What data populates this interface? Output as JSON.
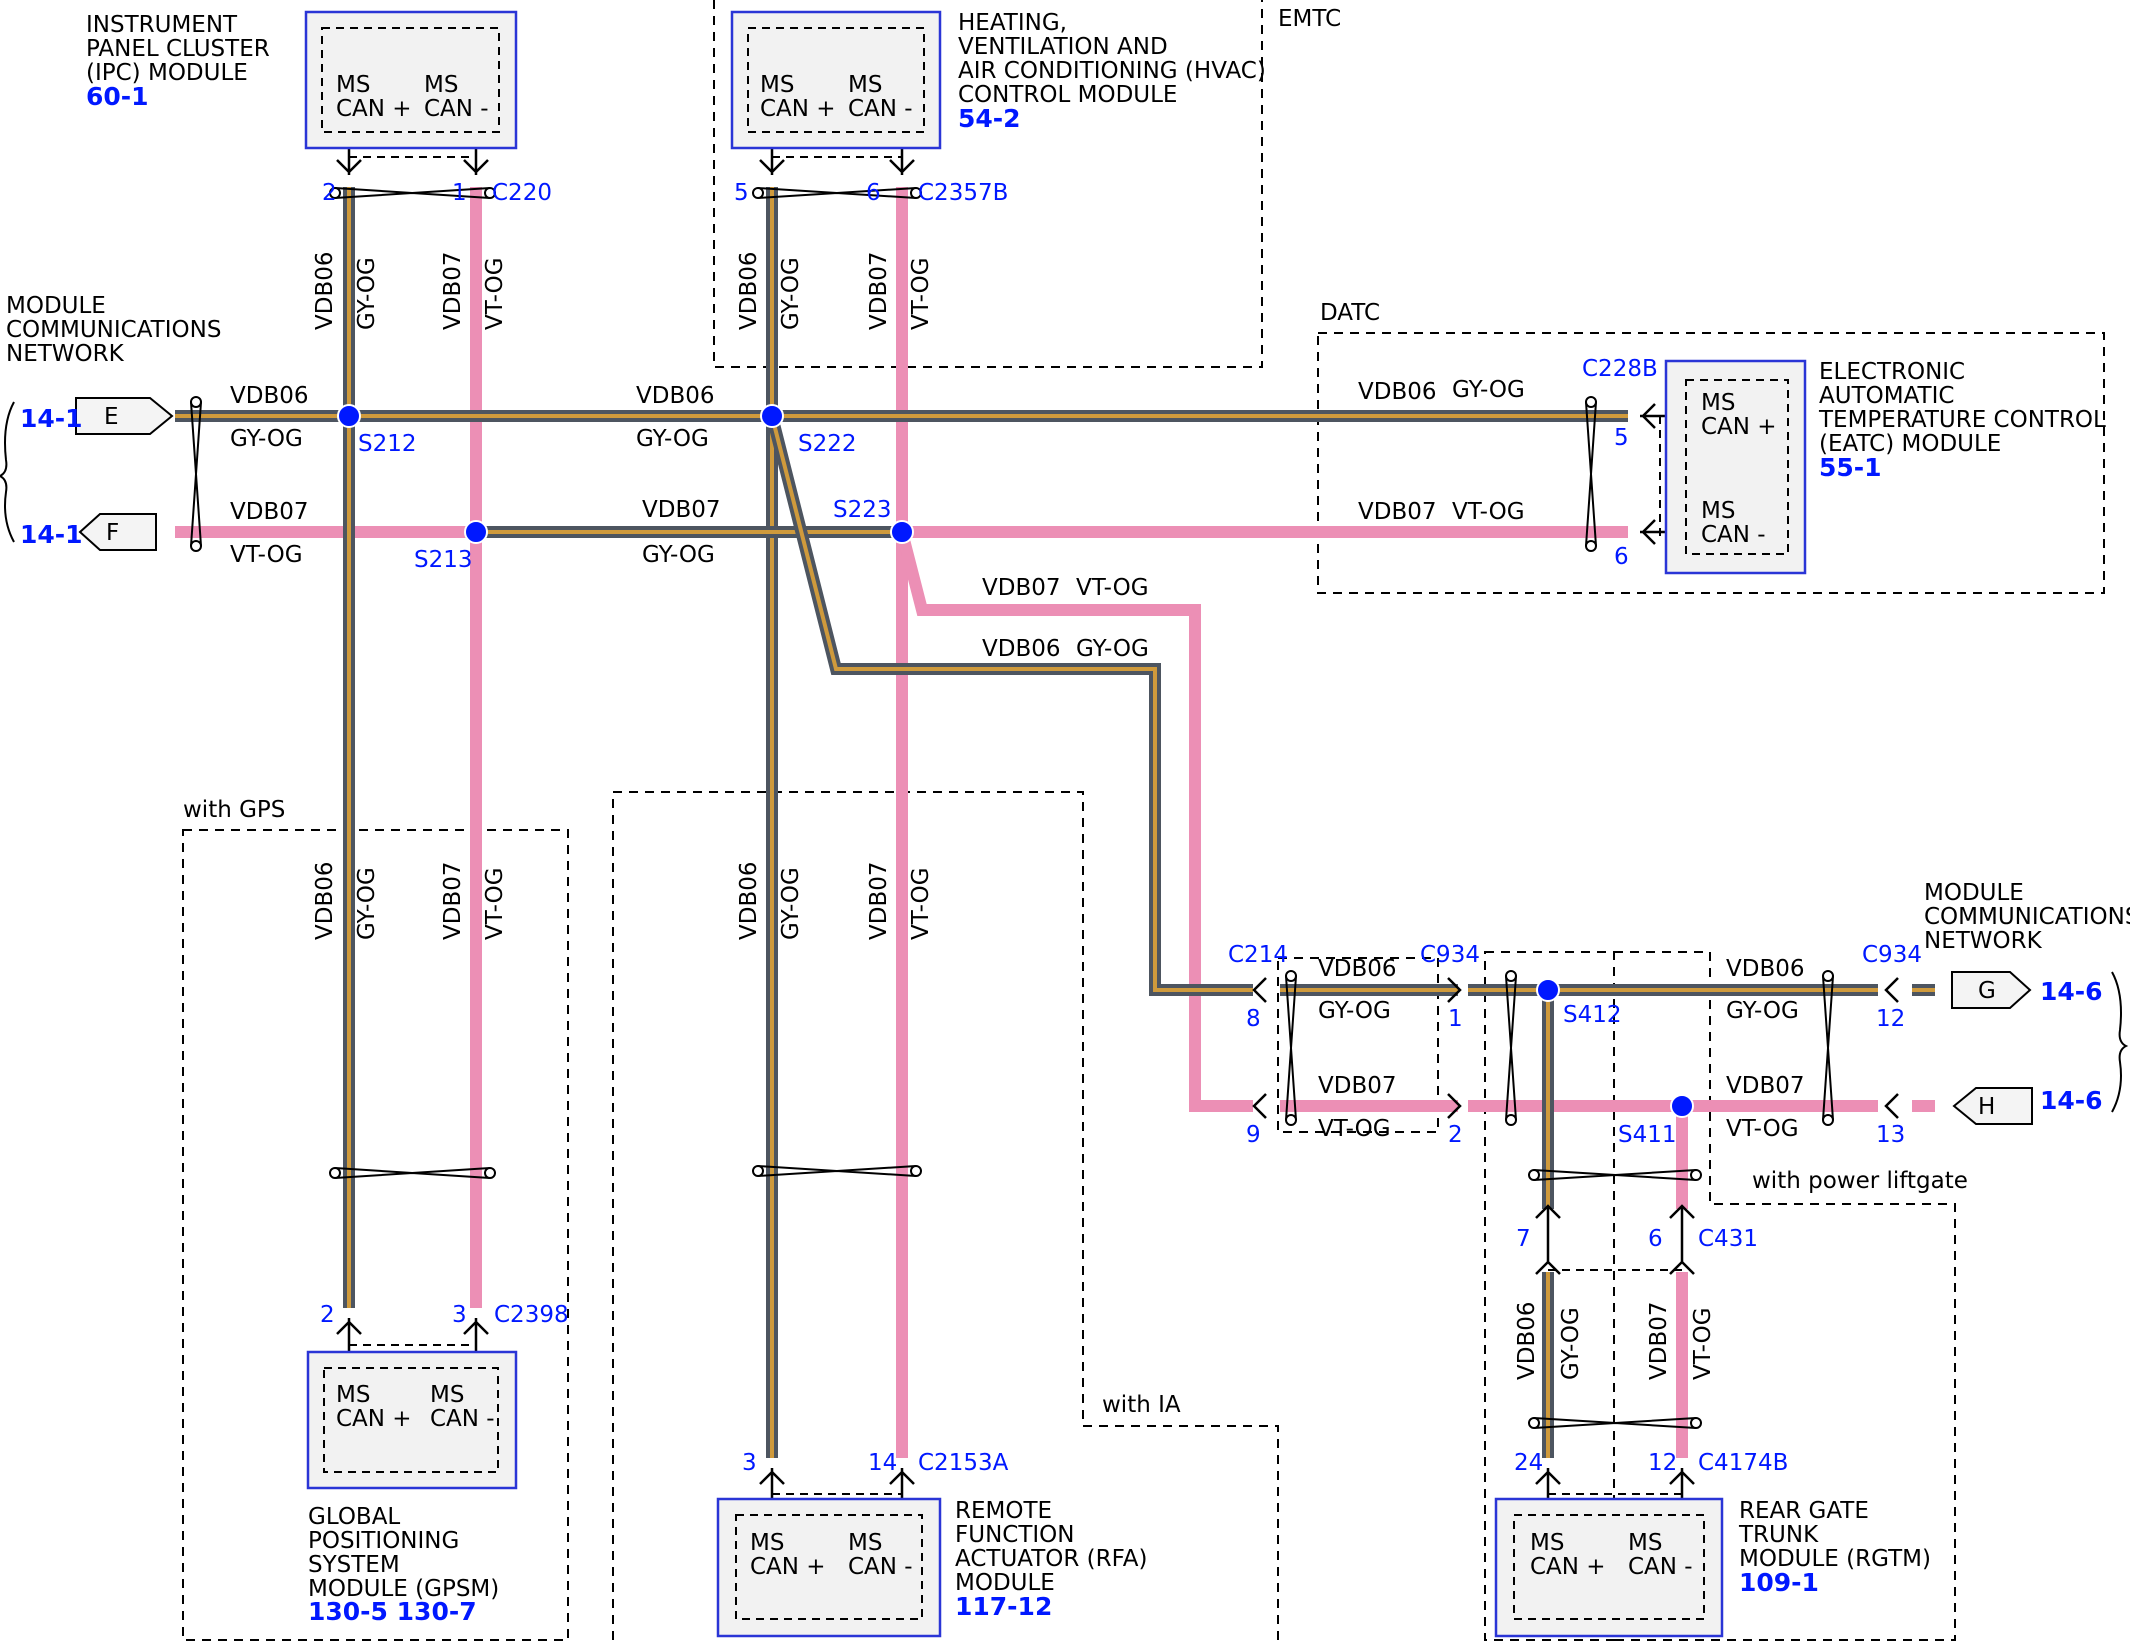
{
  "modules": {
    "ipc": {
      "name_lines": [
        "INSTRUMENT",
        "PANEL CLUSTER",
        "(IPC) MODULE"
      ],
      "ref": "60-1",
      "pin_pos": [
        "MS",
        "CAN +"
      ],
      "pin_neg": [
        "MS",
        "CAN -"
      ]
    },
    "hvac": {
      "name_lines": [
        "HEATING,",
        "VENTILATION AND",
        "AIR CONDITIONING (HVAC)",
        "CONTROL MODULE"
      ],
      "ref": "54-2",
      "pin_pos": [
        "MS",
        "CAN +"
      ],
      "pin_neg": [
        "MS",
        "CAN -"
      ]
    },
    "eatc": {
      "name_lines": [
        "ELECTRONIC",
        "AUTOMATIC",
        "TEMPERATURE CONTROL",
        "(EATC) MODULE"
      ],
      "ref": "55-1",
      "pin_pos": [
        "MS",
        "CAN +"
      ],
      "pin_neg": [
        "MS",
        "CAN -"
      ]
    },
    "gpsm": {
      "name_lines": [
        "GLOBAL",
        "POSITIONING",
        "SYSTEM",
        "MODULE (GPSM)"
      ],
      "ref": "130-5 130-7",
      "pin_pos": [
        "MS",
        "CAN +"
      ],
      "pin_neg": [
        "MS",
        "CAN -"
      ]
    },
    "rfa": {
      "name_lines": [
        "REMOTE",
        "FUNCTION",
        "ACTUATOR (RFA)",
        "MODULE"
      ],
      "ref": "117-12",
      "pin_pos": [
        "MS",
        "CAN +"
      ],
      "pin_neg": [
        "MS",
        "CAN -"
      ]
    },
    "rgtm": {
      "name_lines": [
        "REAR GATE",
        "TRUNK",
        "MODULE (RGTM)"
      ],
      "ref": "109-1",
      "pin_pos": [
        "MS",
        "CAN +"
      ],
      "pin_neg": [
        "MS",
        "CAN -"
      ]
    }
  },
  "zones": {
    "emtc": "EMTC",
    "datc": "DATC",
    "gps": "with GPS",
    "ia": "with IA",
    "liftgate": "with power liftgate"
  },
  "network_left": {
    "lines": [
      "MODULE",
      "COMMUNICATIONS",
      "NETWORK"
    ],
    "ref_e": "14-1",
    "ref_f": "14-1",
    "flag_e": "E",
    "flag_f": "F"
  },
  "network_right": {
    "lines": [
      "MODULE",
      "COMMUNICATIONS",
      "NETWORK"
    ],
    "ref_g": "14-6",
    "ref_h": "14-6",
    "flag_g": "G",
    "flag_h": "H"
  },
  "connectors": {
    "c220": "C220",
    "c2357b": "C2357B",
    "c228b": "C228B",
    "c2398": "C2398",
    "c2153a": "C2153A",
    "c214": "C214",
    "c934_left": "C934",
    "c934_right": "C934",
    "c431": "C431",
    "c4174b": "C4174B"
  },
  "pins": {
    "ipc_pos": "2",
    "ipc_neg": "1",
    "hvac_pos": "5",
    "hvac_neg": "6",
    "eatc_pos": "5",
    "eatc_neg": "6",
    "gpsm_pos": "2",
    "gpsm_neg": "3",
    "rfa_pos": "3",
    "rfa_neg": "14",
    "c214_pos": "8",
    "c214_neg": "9",
    "c934_pos": "1",
    "c934_neg": "2",
    "c934r_pos": "12",
    "c934r_neg": "13",
    "c431_pos": "7",
    "c431_neg": "6",
    "c4174b_pos": "24",
    "c4174b_neg": "12"
  },
  "splices": {
    "s212": "S212",
    "s213": "S213",
    "s222": "S222",
    "s223": "S223",
    "s411": "S411",
    "s412": "S412"
  },
  "wires": {
    "circuit_pos": "VDB06",
    "color_pos": "GY-OG",
    "circuit_neg": "VDB07",
    "color_neg": "VT-OG"
  },
  "colors": {
    "gy_og_base": "#4d5560",
    "gy_og_stripe": "#cf9a3c",
    "vt_og": "#ec8fb5",
    "label_blue": "#0018ff",
    "module_border": "#2a35d6"
  }
}
